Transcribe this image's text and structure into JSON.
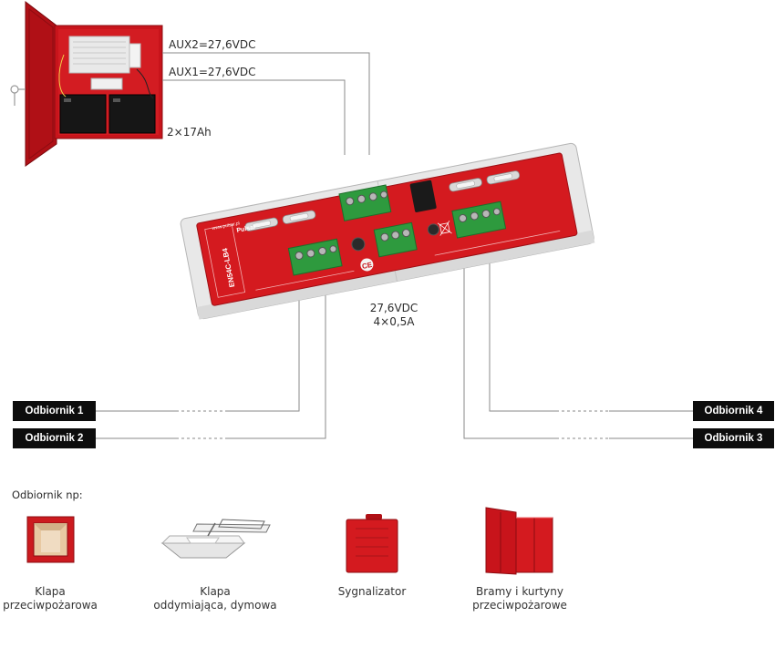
{
  "power_supply": {
    "aux2_label": "AUX2=27,6VDC",
    "aux1_label": "AUX1=27,6VDC",
    "battery_label": "2×17Ah"
  },
  "module": {
    "output_voltage": "27,6VDC",
    "output_current": "4×0,5A",
    "model_text": "EN54C-LB4",
    "brand_text": "Pulsar",
    "website_text": "www.pulsar.pl",
    "ce_mark": "CE"
  },
  "receivers": {
    "r1": "Odbiornik 1",
    "r2": "Odbiornik 2",
    "r3": "Odbiornik 3",
    "r4": "Odbiornik 4"
  },
  "examples": {
    "heading": "Odbiornik np:",
    "items": [
      {
        "line1": "Klapa",
        "line2": "przeciwpożarowa",
        "icon": "fire-damper-icon"
      },
      {
        "line1": "Klapa",
        "line2": "oddymiająca, dymowa",
        "icon": "smoke-vent-icon"
      },
      {
        "line1": "Sygnalizator",
        "line2": "",
        "icon": "signaler-icon"
      },
      {
        "line1": "Bramy i kurtyny",
        "line2": "przeciwpożarowe",
        "icon": "fire-door-icon"
      }
    ]
  },
  "colors": {
    "enclosure_red": "#c8141b",
    "pcb_red": "#d41a1f",
    "terminal_green": "#2e9a3e",
    "receiver_box": "#0d0d0d",
    "wire_gray": "#8a8a8a"
  }
}
